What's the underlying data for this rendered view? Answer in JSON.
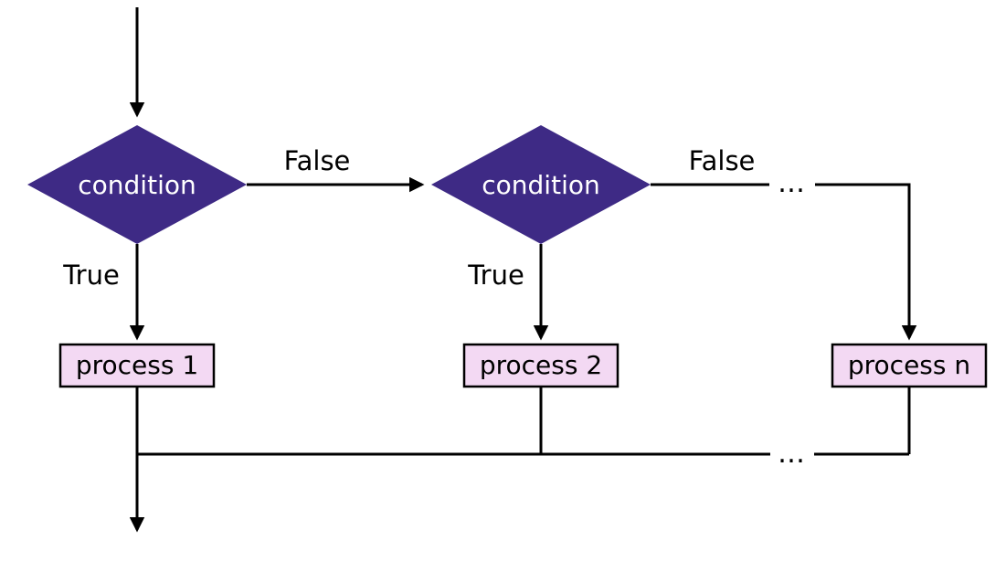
{
  "diagram": {
    "type": "flowchart",
    "description": "if-elif decision chain flowchart",
    "background": "#ffffff",
    "colors": {
      "diamond_fill": "#3e2a85",
      "diamond_text": "#ffffff",
      "process_fill": "#f3d9f3",
      "process_border": "#000000",
      "edge": "#000000",
      "label_text": "#000000"
    },
    "nodes": {
      "condition1": {
        "label": "condition",
        "type": "decision"
      },
      "condition2": {
        "label": "condition",
        "type": "decision"
      },
      "process1": {
        "label": "process 1",
        "type": "process"
      },
      "process2": {
        "label": "process 2",
        "type": "process"
      },
      "process_n": {
        "label": "process n",
        "type": "process"
      }
    },
    "edges": {
      "false1": "False",
      "false2": "False",
      "true1": "True",
      "true2": "True",
      "ellipsis_top": "…",
      "ellipsis_bottom": "…"
    }
  }
}
